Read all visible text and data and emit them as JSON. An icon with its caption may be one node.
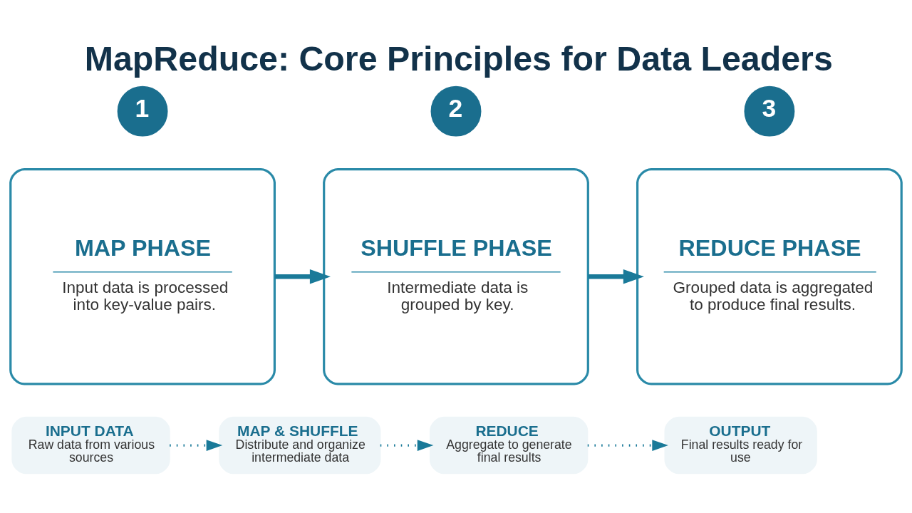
{
  "diagram": {
    "title": "MapReduce: Core Principles for Data Leaders",
    "nodes": [
      {
        "text": [
          "1"
        ]
      },
      {
        "text": [
          "MAP PHASE",
          "Input data is processed into key-value pairs."
        ]
      },
      {
        "text": [
          "2"
        ]
      },
      {
        "text": [
          "SHUFFLE PHASE",
          "Intermediate data is grouped by key."
        ]
      },
      {
        "text": [
          "3"
        ]
      },
      {
        "text": [
          "REDUCE PHASE",
          "Grouped data is aggregated to produce final results."
        ]
      },
      {
        "text": [
          "INPUT DATA",
          "Raw data from various sources"
        ]
      },
      {
        "text": [
          "MAP & SHUFFLE",
          "Distribute and organize intermediate data"
        ]
      },
      {
        "text": [
          "REDUCE",
          "Aggregate to generate final results"
        ]
      },
      {
        "text": [
          "OUTPUT",
          "Final results ready for use"
        ]
      }
    ],
    "edges": [
      {
        "from": 1,
        "to": 3,
        "arrow": "to",
        "style": "thick"
      },
      {
        "from": 3,
        "to": 5,
        "arrow": "to",
        "style": "thick"
      },
      {
        "from": 6,
        "to": 7,
        "arrow": "to",
        "style": "dashed"
      },
      {
        "from": 7,
        "to": 8,
        "arrow": "to",
        "style": "dashed"
      },
      {
        "from": 8,
        "to": 9,
        "arrow": "to",
        "style": "dashed"
      }
    ]
  }
}
